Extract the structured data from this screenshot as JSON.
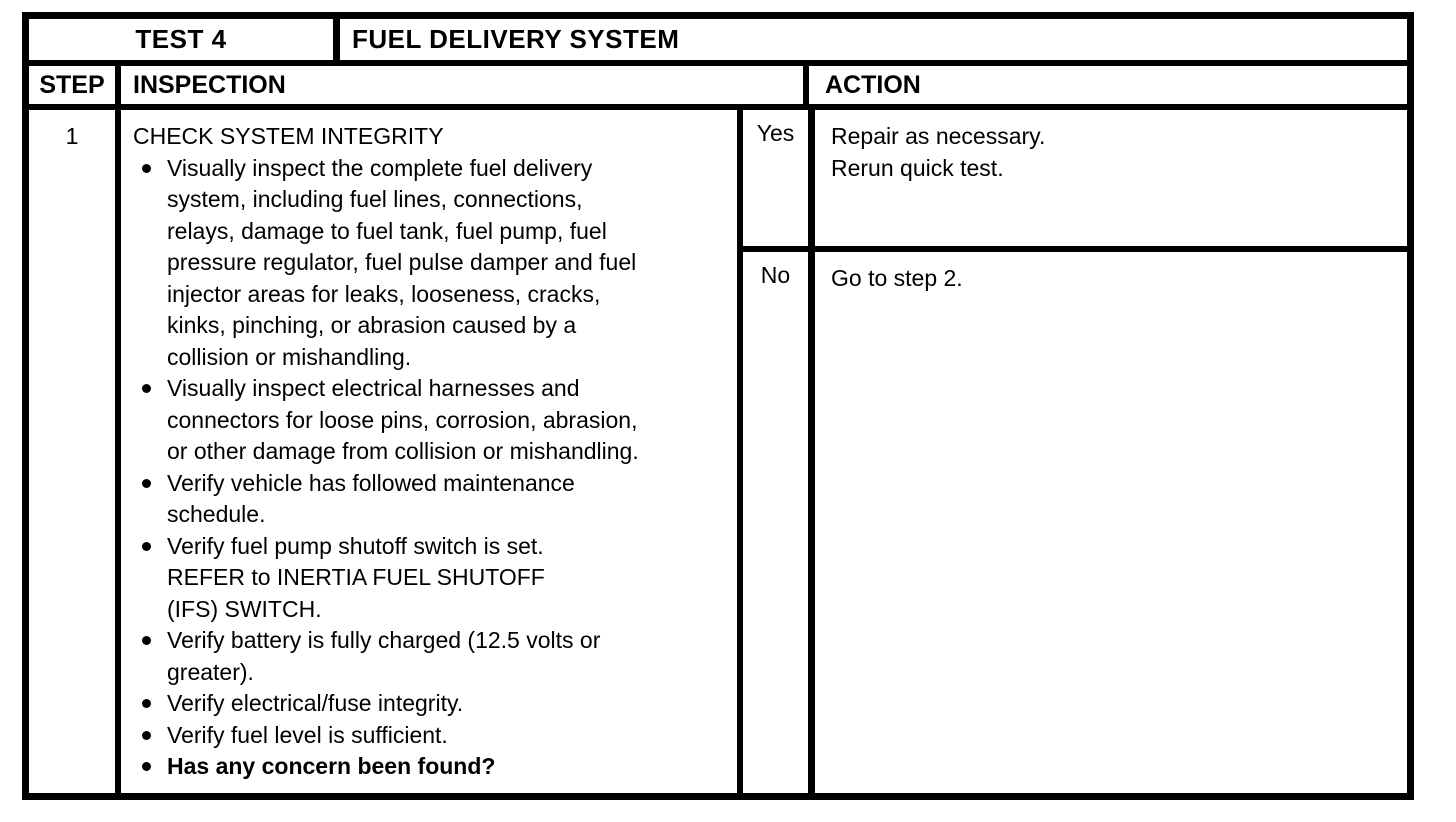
{
  "colors": {
    "ink": "#000000",
    "paper": "#ffffff"
  },
  "table": {
    "title_row": {
      "test_label": "TEST 4",
      "system_title": "FUEL DELIVERY SYSTEM"
    },
    "header_row": {
      "step": "STEP",
      "inspection": "INSPECTION",
      "action": "ACTION"
    },
    "step_row": {
      "step_number": "1",
      "inspection": {
        "heading": "CHECK SYSTEM INTEGRITY",
        "bullets": [
          {
            "bold": false,
            "lines": [
              "Visually inspect the complete fuel delivery",
              "system, including fuel lines, connections,",
              "relays, damage to fuel tank, fuel pump, fuel",
              "pressure regulator, fuel pulse damper and fuel",
              "injector areas for leaks, looseness, cracks,",
              "kinks, pinching, or abrasion caused by a",
              "collision or mishandling."
            ]
          },
          {
            "bold": false,
            "lines": [
              "Visually inspect electrical harnesses and",
              "connectors for loose pins, corrosion, abrasion,",
              "or other damage from collision or mishandling."
            ]
          },
          {
            "bold": false,
            "lines": [
              "Verify vehicle has followed maintenance",
              "schedule."
            ]
          },
          {
            "bold": false,
            "lines": [
              "Verify fuel pump shutoff switch is set.",
              "REFER to INERTIA FUEL SHUTOFF",
              "(IFS) SWITCH."
            ]
          },
          {
            "bold": false,
            "lines": [
              "Verify battery is fully charged (12.5 volts or",
              "greater)."
            ]
          },
          {
            "bold": false,
            "lines": [
              "Verify electrical/fuse integrity."
            ]
          },
          {
            "bold": false,
            "lines": [
              "Verify fuel level is sufficient."
            ]
          },
          {
            "bold": true,
            "lines": [
              "Has any concern been found?"
            ]
          }
        ]
      },
      "outcomes": [
        {
          "answer": "Yes",
          "action_lines": [
            "Repair as necessary.",
            "Rerun quick test."
          ]
        },
        {
          "answer": "No",
          "action_lines": [
            "Go to step 2."
          ]
        }
      ]
    }
  }
}
